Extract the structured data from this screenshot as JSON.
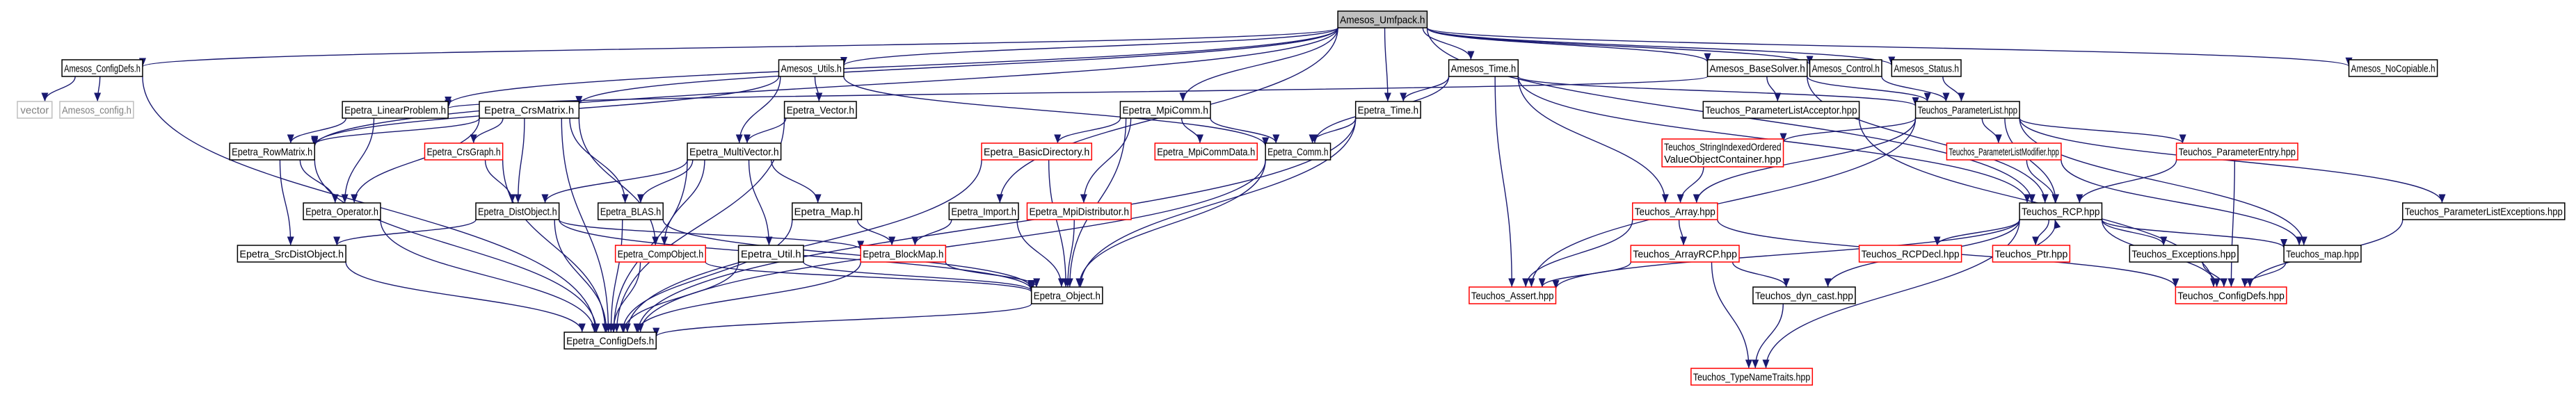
{
  "graph": {
    "colors": {
      "edge": "#191970",
      "root_fill": "#bfbfbf",
      "normal_border": "#000000",
      "missing_border": "#ff0000",
      "external_border": "#bfbfbf",
      "external_text": "#808080"
    },
    "nodes": [
      {
        "id": "root",
        "label": "Amesos_Umfpack.h",
        "kind": "root"
      },
      {
        "id": "cfgdefs",
        "label": "Amesos_ConfigDefs.h",
        "kind": "normal"
      },
      {
        "id": "utils",
        "label": "Amesos_Utils.h",
        "kind": "normal"
      },
      {
        "id": "time",
        "label": "Amesos_Time.h",
        "kind": "normal"
      },
      {
        "id": "basesolver",
        "label": "Amesos_BaseSolver.h",
        "kind": "normal"
      },
      {
        "id": "control",
        "label": "Amesos_Control.h",
        "kind": "normal"
      },
      {
        "id": "status",
        "label": "Amesos_Status.h",
        "kind": "normal"
      },
      {
        "id": "nocopy",
        "label": "Amesos_NoCopiable.h",
        "kind": "normal"
      },
      {
        "id": "vector",
        "label": "vector",
        "kind": "external"
      },
      {
        "id": "amconfig",
        "label": "Amesos_config.h",
        "kind": "external"
      },
      {
        "id": "linprob",
        "label": "Epetra_LinearProblem.h",
        "kind": "normal"
      },
      {
        "id": "crsmatrix",
        "label": "Epetra_CrsMatrix.h",
        "kind": "normal"
      },
      {
        "id": "evector",
        "label": "Epetra_Vector.h",
        "kind": "normal"
      },
      {
        "id": "mpicomm",
        "label": "Epetra_MpiComm.h",
        "kind": "normal"
      },
      {
        "id": "etime",
        "label": "Epetra_Time.h",
        "kind": "normal"
      },
      {
        "id": "tplacc",
        "label": "Teuchos_ParameterListAcceptor.hpp",
        "kind": "normal"
      },
      {
        "id": "tplist",
        "label": "Teuchos_ParameterList.hpp",
        "kind": "normal"
      },
      {
        "id": "rowmatrix",
        "label": "Epetra_RowMatrix.h",
        "kind": "normal"
      },
      {
        "id": "crsgraph",
        "label": "Epetra_CrsGraph.h",
        "kind": "missing"
      },
      {
        "id": "multivector",
        "label": "Epetra_MultiVector.h",
        "kind": "normal"
      },
      {
        "id": "basicdir",
        "label": "Epetra_BasicDirectory.h",
        "kind": "missing"
      },
      {
        "id": "mpicommdata",
        "label": "Epetra_MpiCommData.h",
        "kind": "missing"
      },
      {
        "id": "ecomm",
        "label": "Epetra_Comm.h",
        "kind": "normal"
      },
      {
        "id": "tsiovoc",
        "label": "Teuchos_StringIndexedOrderedValueObjectContainer.hpp",
        "label_lines": [
          "Teuchos_StringIndexedOrdered",
          "ValueObjectContainer.hpp"
        ],
        "kind": "missing"
      },
      {
        "id": "tplmod",
        "label": "Teuchos_ParameterListModifier.hpp",
        "kind": "missing"
      },
      {
        "id": "tpentry",
        "label": "Teuchos_ParameterEntry.hpp",
        "kind": "missing"
      },
      {
        "id": "eoperator",
        "label": "Epetra_Operator.h",
        "kind": "normal"
      },
      {
        "id": "distobject",
        "label": "Epetra_DistObject.h",
        "kind": "normal"
      },
      {
        "id": "blas",
        "label": "Epetra_BLAS.h",
        "kind": "normal"
      },
      {
        "id": "emap",
        "label": "Epetra_Map.h",
        "kind": "normal"
      },
      {
        "id": "eimport",
        "label": "Epetra_Import.h",
        "kind": "normal"
      },
      {
        "id": "mpidist",
        "label": "Epetra_MpiDistributor.h",
        "kind": "missing"
      },
      {
        "id": "tarray",
        "label": "Teuchos_Array.hpp",
        "kind": "missing"
      },
      {
        "id": "trcp",
        "label": "Teuchos_RCP.hpp",
        "kind": "normal"
      },
      {
        "id": "tplexc",
        "label": "Teuchos_ParameterListExceptions.hpp",
        "kind": "normal"
      },
      {
        "id": "srcdist",
        "label": "Epetra_SrcDistObject.h",
        "kind": "normal"
      },
      {
        "id": "compobject",
        "label": "Epetra_CompObject.h",
        "kind": "missing"
      },
      {
        "id": "eutil",
        "label": "Epetra_Util.h",
        "kind": "normal"
      },
      {
        "id": "blockmap",
        "label": "Epetra_BlockMap.h",
        "kind": "missing"
      },
      {
        "id": "tarrayrcp",
        "label": "Teuchos_ArrayRCP.hpp",
        "kind": "missing"
      },
      {
        "id": "trcpdecl",
        "label": "Teuchos_RCPDecl.hpp",
        "kind": "missing"
      },
      {
        "id": "tptr",
        "label": "Teuchos_Ptr.hpp",
        "kind": "missing"
      },
      {
        "id": "texc",
        "label": "Teuchos_Exceptions.hpp",
        "kind": "normal"
      },
      {
        "id": "tmap",
        "label": "Teuchos_map.hpp",
        "kind": "normal"
      },
      {
        "id": "eobject",
        "label": "Epetra_Object.h",
        "kind": "normal"
      },
      {
        "id": "tassert",
        "label": "Teuchos_Assert.hpp",
        "kind": "missing"
      },
      {
        "id": "tdyncast",
        "label": "Teuchos_dyn_cast.hpp",
        "kind": "normal"
      },
      {
        "id": "tconfigdefs",
        "label": "Teuchos_ConfigDefs.hpp",
        "kind": "missing"
      },
      {
        "id": "econfigdefs",
        "label": "Epetra_ConfigDefs.h",
        "kind": "normal"
      },
      {
        "id": "ttypename",
        "label": "Teuchos_TypeNameTraits.hpp",
        "kind": "missing"
      }
    ],
    "edges": [
      [
        "root",
        "cfgdefs"
      ],
      [
        "root",
        "utils"
      ],
      [
        "root",
        "time"
      ],
      [
        "root",
        "basesolver"
      ],
      [
        "root",
        "control"
      ],
      [
        "root",
        "status"
      ],
      [
        "root",
        "nocopy"
      ],
      [
        "root",
        "linprob"
      ],
      [
        "root",
        "crsmatrix"
      ],
      [
        "root",
        "mpicomm"
      ],
      [
        "root",
        "etime"
      ],
      [
        "root",
        "eimport"
      ],
      [
        "root",
        "rowmatrix"
      ],
      [
        "root",
        "trcp"
      ],
      [
        "cfgdefs",
        "vector"
      ],
      [
        "cfgdefs",
        "amconfig"
      ],
      [
        "cfgdefs",
        "econfigdefs"
      ],
      [
        "utils",
        "evector"
      ],
      [
        "utils",
        "multivector"
      ],
      [
        "utils",
        "rowmatrix"
      ],
      [
        "utils",
        "ecomm"
      ],
      [
        "time",
        "etime"
      ],
      [
        "time",
        "ecomm"
      ],
      [
        "time",
        "tplist"
      ],
      [
        "time",
        "tarray"
      ],
      [
        "time",
        "tassert"
      ],
      [
        "time",
        "trcp"
      ],
      [
        "basesolver",
        "linprob"
      ],
      [
        "basesolver",
        "tplacc"
      ],
      [
        "basesolver",
        "tplist"
      ],
      [
        "basesolver",
        "trcp"
      ],
      [
        "control",
        "tplist"
      ],
      [
        "status",
        "tplist"
      ],
      [
        "linprob",
        "rowmatrix"
      ],
      [
        "linprob",
        "eoperator"
      ],
      [
        "crsmatrix",
        "rowmatrix"
      ],
      [
        "crsmatrix",
        "crsgraph"
      ],
      [
        "crsmatrix",
        "distobject"
      ],
      [
        "crsmatrix",
        "blas"
      ],
      [
        "crsmatrix",
        "compobject"
      ],
      [
        "crsmatrix",
        "eoperator"
      ],
      [
        "crsmatrix",
        "econfigdefs"
      ],
      [
        "evector",
        "multivector"
      ],
      [
        "evector",
        "econfigdefs"
      ],
      [
        "mpicomm",
        "basicdir"
      ],
      [
        "mpicomm",
        "mpicommdata"
      ],
      [
        "mpicomm",
        "ecomm"
      ],
      [
        "mpicomm",
        "mpidist"
      ],
      [
        "mpicomm",
        "eobject"
      ],
      [
        "etime",
        "ecomm"
      ],
      [
        "etime",
        "eobject"
      ],
      [
        "etime",
        "econfigdefs"
      ],
      [
        "tplacc",
        "tconfigdefs"
      ],
      [
        "tplist",
        "tsiovoc"
      ],
      [
        "tplist",
        "tplmod"
      ],
      [
        "tplist",
        "tpentry"
      ],
      [
        "tplist",
        "tplexc"
      ],
      [
        "tplist",
        "trcp"
      ],
      [
        "tplist",
        "tarray"
      ],
      [
        "tplist",
        "tassert"
      ],
      [
        "tplist",
        "tmap"
      ],
      [
        "rowmatrix",
        "eoperator"
      ],
      [
        "rowmatrix",
        "srcdist"
      ],
      [
        "rowmatrix",
        "econfigdefs"
      ],
      [
        "crsgraph",
        "distobject"
      ],
      [
        "crsgraph",
        "econfigdefs"
      ],
      [
        "multivector",
        "distobject"
      ],
      [
        "multivector",
        "blas"
      ],
      [
        "multivector",
        "compobject"
      ],
      [
        "multivector",
        "eutil"
      ],
      [
        "multivector",
        "emap"
      ],
      [
        "multivector",
        "econfigdefs"
      ],
      [
        "basicdir",
        "eobject"
      ],
      [
        "basicdir",
        "econfigdefs"
      ],
      [
        "mpidist",
        "eobject"
      ],
      [
        "ecomm",
        "eobject"
      ],
      [
        "ecomm",
        "econfigdefs"
      ],
      [
        "tsiovoc",
        "tarray"
      ],
      [
        "tplmod",
        "trcp"
      ],
      [
        "tplmod",
        "tmap"
      ],
      [
        "tpentry",
        "trcp"
      ],
      [
        "tpentry",
        "tconfigdefs"
      ],
      [
        "eoperator",
        "econfigdefs"
      ],
      [
        "distobject",
        "srcdist"
      ],
      [
        "distobject",
        "blockmap"
      ],
      [
        "distobject",
        "eobject"
      ],
      [
        "distobject",
        "econfigdefs"
      ],
      [
        "blas",
        "eobject"
      ],
      [
        "blas",
        "econfigdefs"
      ],
      [
        "emap",
        "blockmap"
      ],
      [
        "emap",
        "econfigdefs"
      ],
      [
        "eimport",
        "blockmap"
      ],
      [
        "eimport",
        "eobject"
      ],
      [
        "tarray",
        "tassert"
      ],
      [
        "tarray",
        "tarrayrcp"
      ],
      [
        "tarray",
        "tconfigdefs"
      ],
      [
        "trcp",
        "trcpdecl"
      ],
      [
        "trcp",
        "tptr"
      ],
      [
        "trcp",
        "texc"
      ],
      [
        "trcp",
        "tmap"
      ],
      [
        "trcp",
        "tassert"
      ],
      [
        "trcp",
        "tdyncast"
      ],
      [
        "trcp",
        "ttypename"
      ],
      [
        "trcp",
        "tconfigdefs"
      ],
      [
        "tplexc",
        "tconfigdefs"
      ],
      [
        "srcdist",
        "econfigdefs"
      ],
      [
        "compobject",
        "eobject"
      ],
      [
        "compobject",
        "econfigdefs"
      ],
      [
        "eutil",
        "eobject"
      ],
      [
        "eutil",
        "econfigdefs"
      ],
      [
        "blockmap",
        "eobject"
      ],
      [
        "blockmap",
        "econfigdefs"
      ],
      [
        "tarrayrcp",
        "tassert"
      ],
      [
        "tarrayrcp",
        "tdyncast"
      ],
      [
        "tarrayrcp",
        "ttypename"
      ],
      [
        "tptr",
        "trcp"
      ],
      [
        "texc",
        "tconfigdefs"
      ],
      [
        "tmap",
        "tconfigdefs"
      ],
      [
        "eobject",
        "econfigdefs"
      ],
      [
        "tdyncast",
        "ttypename"
      ]
    ]
  }
}
